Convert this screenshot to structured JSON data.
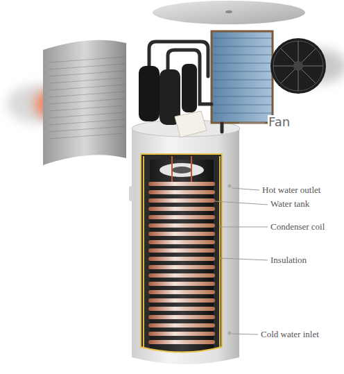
{
  "diagram": {
    "labels": [
      "Fan",
      "Hot water outlet",
      "Water tank",
      "Condenser coil",
      "Insulation",
      "Cold water inlet"
    ]
  }
}
